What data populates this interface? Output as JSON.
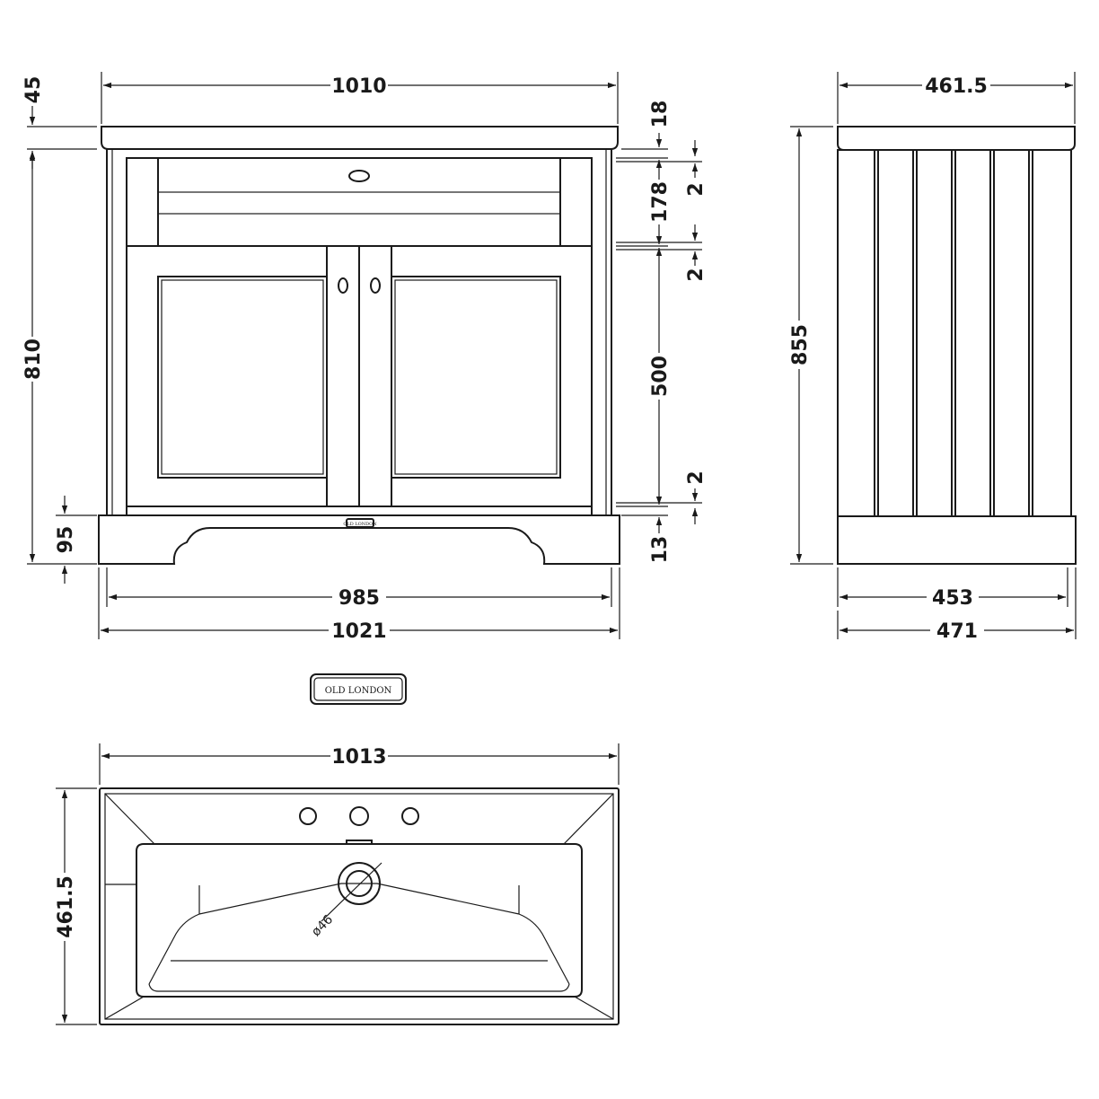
{
  "dims": {
    "front_top_width": "1010",
    "worktop_height": "45",
    "top_lip": "18",
    "drawer_height": "178",
    "gap_top": "2",
    "gap_mid": "2",
    "gap_bottom": "2",
    "carcass_height": "810",
    "door_height": "500",
    "plinth_height": "95",
    "plinth_lip": "13",
    "carcass_width": "985",
    "overall_width": "1021",
    "side_depth_top": "461.5",
    "side_height": "855",
    "side_depth_body": "453",
    "side_depth_base": "471",
    "basin_width": "1013",
    "basin_depth": "461.5",
    "waste_diameter": "ø46"
  },
  "brand": {
    "badge_text": "OLD LONDON",
    "small_badge_text": "OLD LONDON"
  }
}
